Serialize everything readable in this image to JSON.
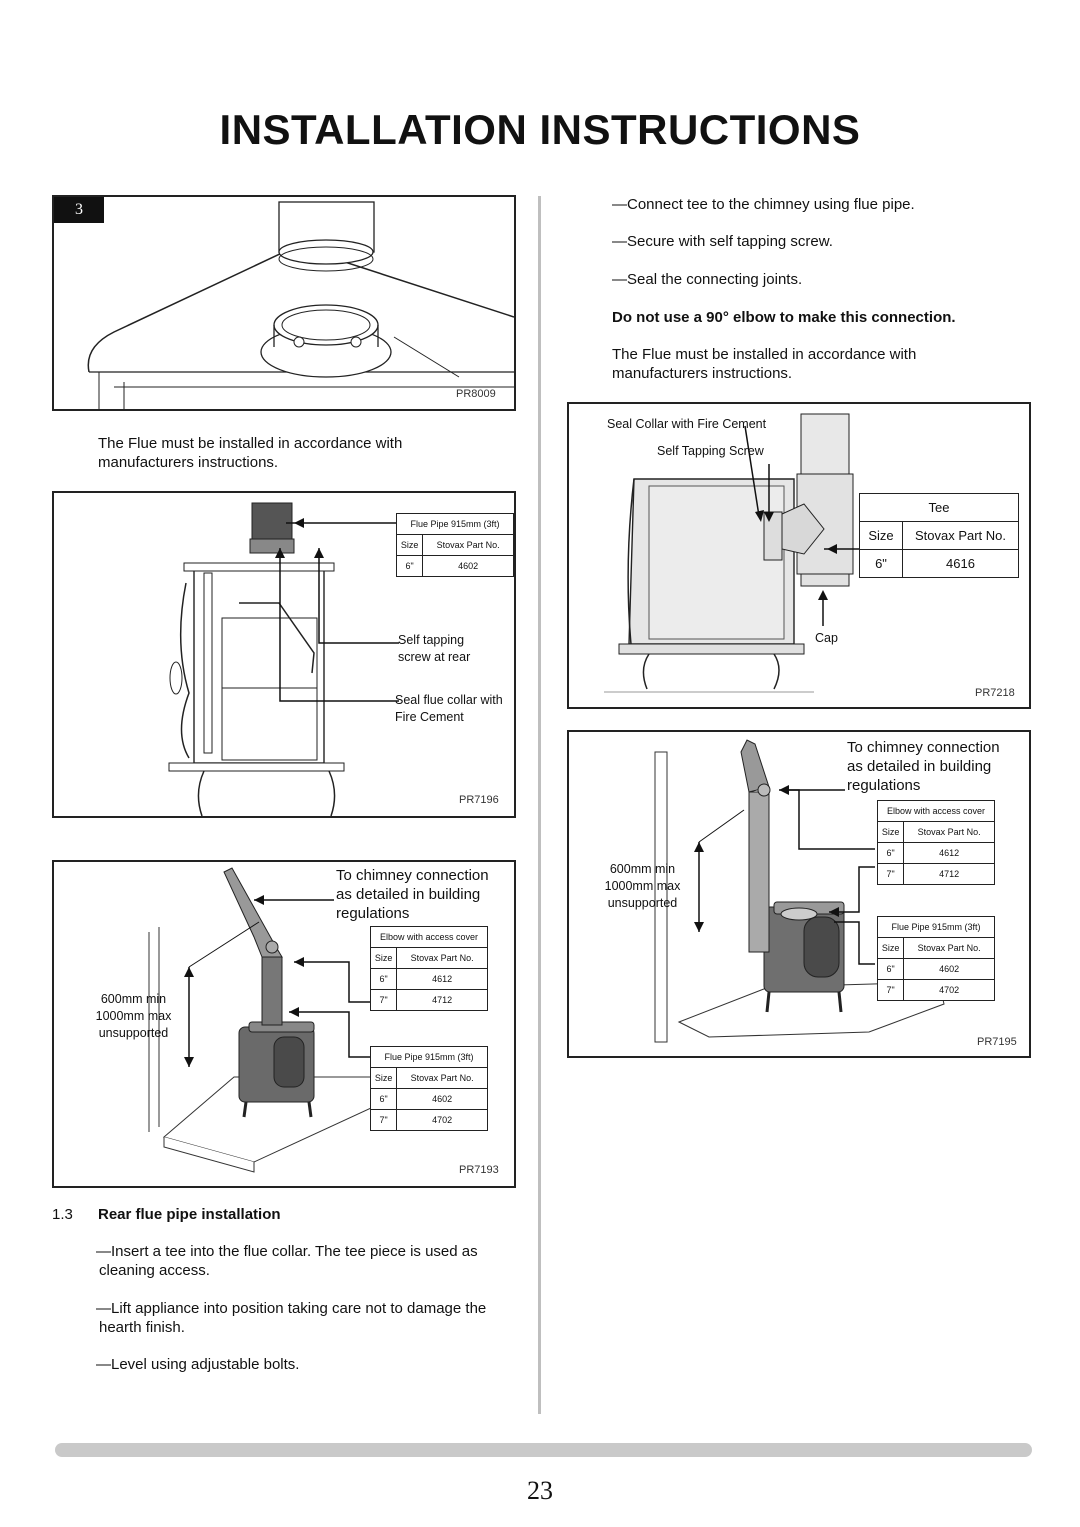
{
  "page": {
    "title": "INSTALLATION INSTRUCTIONS",
    "page_number": "23"
  },
  "fig_step3": {
    "step": "3",
    "code": "PR8009"
  },
  "left": {
    "flue_note": "The Flue must be installed in accordance with manufacturers instructions."
  },
  "fig_pr7196": {
    "code": "PR7196",
    "table_title": "Flue Pipe 915mm (3ft)",
    "headers": [
      "Size",
      "Stovax Part No."
    ],
    "rows": [
      [
        "6\"",
        "4602"
      ]
    ],
    "label_screw": "Self tapping screw at rear",
    "label_collar": "Seal flue collar with Fire Cement"
  },
  "fig_pr7193": {
    "code": "PR7193",
    "chimney_label": "To chimney connection as detailed in building regulations",
    "support_label": "600mm min 1000mm max unsupported",
    "table1_title": "Elbow with access cover",
    "table1_headers": [
      "Size",
      "Stovax Part No."
    ],
    "table1_rows": [
      [
        "6\"",
        "4612"
      ],
      [
        "7\"",
        "4712"
      ]
    ],
    "table2_title": "Flue Pipe 915mm (3ft)",
    "table2_headers": [
      "Size",
      "Stovax Part No."
    ],
    "table2_rows": [
      [
        "6\"",
        "4602"
      ],
      [
        "7\"",
        "4702"
      ]
    ]
  },
  "section": {
    "number": "1.3",
    "heading": "Rear flue pipe installation",
    "steps": [
      "Insert a tee into the flue collar. The tee piece is used as cleaning access.",
      "Lift appliance into position taking care not to damage the hearth finish.",
      "Level using adjustable bolts."
    ]
  },
  "right": {
    "steps": [
      "Connect tee to the chimney using flue pipe.",
      "Secure with self tapping screw.",
      "Seal the connecting joints."
    ],
    "warning": "Do not use a 90° elbow to make this connection.",
    "flue_note": "The Flue must be installed in accordance with manufacturers instructions."
  },
  "fig_pr7218": {
    "code": "PR7218",
    "label_collar": "Seal Collar with Fire Cement",
    "label_screw": "Self Tapping Screw",
    "label_cap": "Cap",
    "table_title": "Tee",
    "headers": [
      "Size",
      "Stovax Part No."
    ],
    "rows": [
      [
        "6\"",
        "4616"
      ]
    ]
  },
  "fig_pr7195": {
    "code": "PR7195",
    "chimney_label": "To chimney connection as detailed in building regulations",
    "support_label": "600mm min 1000mm max unsupported",
    "table1_title": "Elbow with access cover",
    "table1_headers": [
      "Size",
      "Stovax Part No."
    ],
    "table1_rows": [
      [
        "6\"",
        "4612"
      ],
      [
        "7\"",
        "4712"
      ]
    ],
    "table2_title": "Flue Pipe 915mm (3ft)",
    "table2_headers": [
      "Size",
      "Stovax Part No."
    ],
    "table2_rows": [
      [
        "6\"",
        "4602"
      ],
      [
        "7\"",
        "4702"
      ]
    ]
  }
}
